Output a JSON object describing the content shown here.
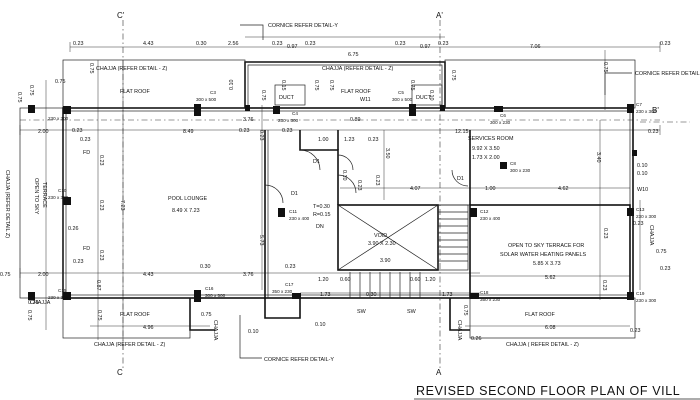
{
  "title": "REVISED SECOND FLOOR PLAN OF VILL",
  "section_markers": {
    "c_top": "C'",
    "a_top": "A'",
    "b": "B'",
    "c_bottom": "C",
    "a_bottom": "A"
  },
  "rooms": {
    "pool_lounge": {
      "name": "POOL LOUNGE",
      "size": "8.49 X 7.23"
    },
    "services_room": {
      "name": "SERVICES ROOM",
      "size1": "9.92 X 3.50",
      "size2": "1.73 X 2.00"
    },
    "void": {
      "name": "VOID",
      "size": "3.90 X 2.30"
    },
    "terrace_right": {
      "line1": "OPEN TO SKY TERRACE FOR",
      "line2": "SOLAR WATER HEATING PANELS",
      "size": "5.85 X 3.73"
    },
    "terrace_left": {
      "line1": "OPEN TO SKY",
      "line2": "TERRACE"
    }
  },
  "roof": {
    "flat_top_left": "FLAT ROOF",
    "flat_top_mid": "FLAT ROOF",
    "w11": "W11",
    "duct_left": "DUCT",
    "duct_right": "DUCT",
    "flat_bottom_left": "FLAT ROOF",
    "flat_bottom_right": "FLAT ROOF"
  },
  "notes": {
    "cornice_top": "CORNICE REFER DETAIL-Y",
    "cornice_right": "CORNICE REFER DETAIL",
    "cornice_bottom": "CORNICE REFER DETAIL-Y",
    "chajja_top_left": "CHAJJA (REFER DETAIL - Z)",
    "chajja_top_mid": "CHAJJA (REFER DETAIL - Z)",
    "chajja_bottom_left": "CHAJJA (REFER DETAIL - Z)",
    "chajja_bottom_right": "CHAJJA ( REFER DETAIL - Z)",
    "chajja_left_vertical": "CHAJJA (REFER DETAIL Z)",
    "chajja_right": "CHAJJA",
    "chajja_bottom_left_short": "CHAJJA",
    "chajja_bottom_mid_v": "CHAJJA",
    "chajja_bottom_right_v": "CHAJJA"
  },
  "labels": {
    "fd1": "FD",
    "fd2": "FD",
    "d1a": "D1",
    "d1b": "D1",
    "d1c": "D1",
    "t": "T=0.30",
    "r": "R=0.15",
    "dn": "DN",
    "sw1": "SW",
    "sw2": "SW",
    "w10": "W10"
  },
  "columns": {
    "c2": {
      "id": "C2",
      "size": "230 x 300"
    },
    "c3": {
      "id": "C3",
      "size": "300 x 500"
    },
    "c4": {
      "id": "C4",
      "size": "230 x 300"
    },
    "c5": {
      "id": "C5",
      "size": "300 x 500"
    },
    "c6": {
      "id": "C6",
      "size": "300 x 230"
    },
    "c7": {
      "id": "C7",
      "size": "230 x 300"
    },
    "c8": {
      "id": "C8",
      "size": "300 x 230"
    },
    "c10": {
      "id": "C10",
      "size": "230 x 300"
    },
    "c11": {
      "id": "C11",
      "size": "230 x 400"
    },
    "c12": {
      "id": "C12",
      "size": "230 x 400"
    },
    "c13": {
      "id": "C13",
      "size": "230 x 300"
    },
    "c15": {
      "id": "C15",
      "size": "230 x 300"
    },
    "c16": {
      "id": "C16",
      "size": "300 x 500"
    },
    "c17": {
      "id": "C17",
      "size": "350 x 230"
    },
    "c18": {
      "id": "C18",
      "size": "350 x 230"
    },
    "c19": {
      "id": "C19",
      "size": "230 x 300"
    }
  },
  "dims": [
    "0.23",
    "4.43",
    "0.30",
    "2.56",
    "0.23",
    "0.97",
    "0.23",
    "0.23",
    "0.97",
    "0.23",
    "7.06",
    "0.23",
    "6.75",
    "0.75",
    "0.75",
    "0.75",
    "0.10",
    "0.15",
    "0.75",
    "0.75",
    "0.75",
    "0.75",
    "0.75",
    "0.10",
    "0.75",
    "0.75",
    "3.76",
    "0.23",
    "0.89",
    "0.23",
    "2.00",
    "0.23",
    "8.49",
    "0.23",
    "12.15",
    "0.23",
    "1.00",
    "1.23",
    "0.23",
    "0.10",
    "4.07",
    "1.00",
    "4.62",
    "0.10",
    "3.40",
    "0.23",
    "3.50",
    "0.23",
    "0.23",
    "5.73",
    "0.23",
    "7.23",
    "0.23",
    "0.26",
    "0.23",
    "0.30",
    "3.90",
    "0.23",
    "0.75",
    "0.75",
    "2.00",
    "4.43",
    "3.76",
    "1.20",
    "0.60",
    "1.20",
    "0.60",
    "1.73",
    "1.73",
    "5.62",
    "0.75",
    "0.23",
    "0.87",
    "0.23",
    "0.30",
    "0.23",
    "0.23",
    "4.96",
    "6.08",
    "0.10",
    "0.10",
    "0.75",
    "0.75",
    "0.75",
    "0.75",
    "0.26",
    "0.23",
    "0.23",
    "0.10"
  ]
}
